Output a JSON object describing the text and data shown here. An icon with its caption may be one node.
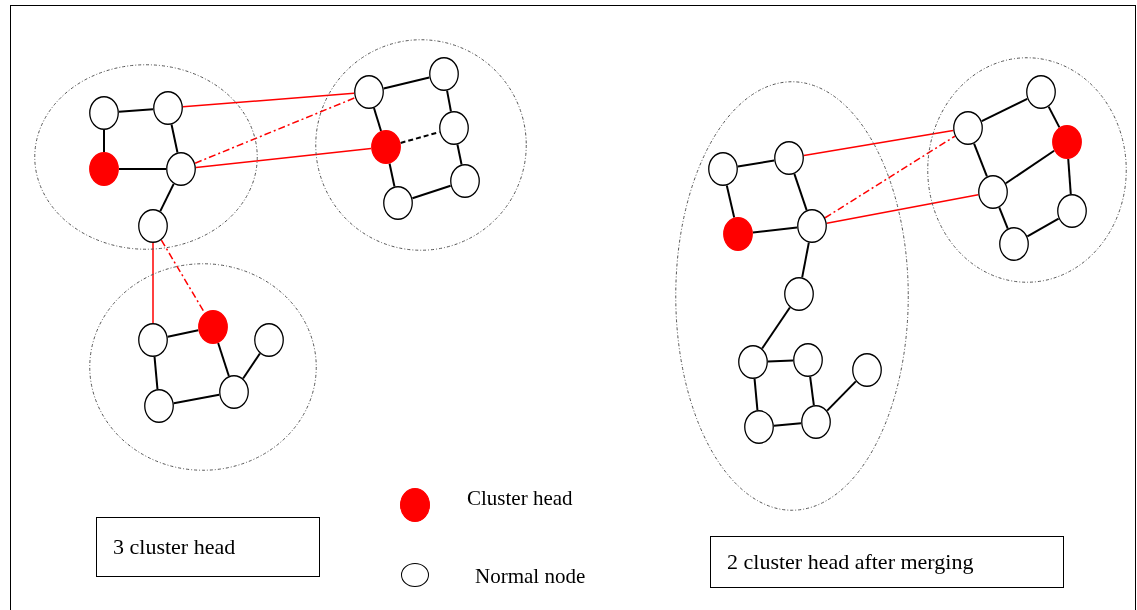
{
  "diagram": {
    "nodes": [
      {
        "text": [],
        "shape": "ellipse"
      },
      {
        "text": [],
        "shape": "circle",
        "in": 0
      },
      {
        "text": [],
        "shape": "circle",
        "in": 0
      },
      {
        "text": [],
        "shape": "dot",
        "in": 0
      },
      {
        "text": [],
        "shape": "circle",
        "in": 0
      },
      {
        "text": [],
        "shape": "circle",
        "in": 0
      },
      {
        "text": [],
        "shape": "ellipse"
      },
      {
        "text": [],
        "shape": "circle",
        "in": 6
      },
      {
        "text": [],
        "shape": "circle",
        "in": 6
      },
      {
        "text": [],
        "shape": "dot",
        "in": 6
      },
      {
        "text": [],
        "shape": "circle",
        "in": 6
      },
      {
        "text": [],
        "shape": "circle",
        "in": 6
      },
      {
        "text": [],
        "shape": "circle",
        "in": 6
      },
      {
        "text": [],
        "shape": "ellipse"
      },
      {
        "text": [],
        "shape": "circle",
        "in": 13
      },
      {
        "text": [],
        "shape": "dot",
        "in": 13
      },
      {
        "text": [],
        "shape": "circle",
        "in": 13
      },
      {
        "text": [],
        "shape": "circle",
        "in": 13
      },
      {
        "text": [],
        "shape": "circle",
        "in": 13
      },
      {
        "text": [],
        "shape": "ellipse"
      },
      {
        "text": [],
        "shape": "circle",
        "in": 19
      },
      {
        "text": [],
        "shape": "circle",
        "in": 19
      },
      {
        "text": [],
        "shape": "dot",
        "in": 19
      },
      {
        "text": [],
        "shape": "circle",
        "in": 19
      },
      {
        "text": [],
        "shape": "circle",
        "in": 19
      },
      {
        "text": [],
        "shape": "circle",
        "in": 19
      },
      {
        "text": [],
        "shape": "circle",
        "in": 19
      },
      {
        "text": [],
        "shape": "circle",
        "in": 19
      },
      {
        "text": [],
        "shape": "circle",
        "in": 19
      },
      {
        "text": [],
        "shape": "circle",
        "in": 19
      },
      {
        "text": [],
        "shape": "ellipse"
      },
      {
        "text": [],
        "shape": "circle",
        "in": 30
      },
      {
        "text": [],
        "shape": "circle",
        "in": 30
      },
      {
        "text": [],
        "shape": "dot",
        "in": 30
      },
      {
        "text": [],
        "shape": "circle",
        "in": 30
      },
      {
        "text": [],
        "shape": "circle",
        "in": 30
      },
      {
        "text": [],
        "shape": "circle",
        "in": 30
      },
      {
        "text": [
          "3 cluster head"
        ]
      },
      {
        "text": [
          "2 cluster head after merging"
        ]
      }
    ],
    "edges": [
      {
        "from": 1,
        "to": 2,
        "arrow": "none"
      },
      {
        "from": 1,
        "to": 3,
        "arrow": "none"
      },
      {
        "from": 3,
        "to": 4,
        "arrow": "none"
      },
      {
        "from": 2,
        "to": 4,
        "arrow": "none"
      },
      {
        "from": 4,
        "to": 5,
        "arrow": "none"
      },
      {
        "from": 7,
        "to": 8,
        "arrow": "none"
      },
      {
        "from": 8,
        "to": 10,
        "arrow": "none"
      },
      {
        "from": 7,
        "to": 9,
        "arrow": "none"
      },
      {
        "from": 9,
        "to": 10,
        "arrow": "none",
        "style": "dashed"
      },
      {
        "from": 10,
        "to": 11,
        "arrow": "none"
      },
      {
        "from": 9,
        "to": 12,
        "arrow": "none"
      },
      {
        "from": 12,
        "to": 11,
        "arrow": "none"
      },
      {
        "from": 14,
        "to": 15,
        "arrow": "none"
      },
      {
        "from": 14,
        "to": 17,
        "arrow": "none"
      },
      {
        "from": 15,
        "to": 18,
        "arrow": "none"
      },
      {
        "from": 17,
        "to": 18,
        "arrow": "none"
      },
      {
        "from": 18,
        "to": 16,
        "arrow": "none"
      },
      {
        "from": 2,
        "to": 7,
        "arrow": "none",
        "color": "#ff0000"
      },
      {
        "from": 4,
        "to": 7,
        "arrow": "none",
        "style": "dashed",
        "color": "#ff0000"
      },
      {
        "from": 4,
        "to": 9,
        "arrow": "none",
        "color": "#ff0000"
      },
      {
        "from": 5,
        "to": 14,
        "arrow": "none",
        "color": "#ff0000"
      },
      {
        "from": 5,
        "to": 15,
        "arrow": "none",
        "style": "dashed",
        "color": "#ff0000"
      },
      {
        "from": 20,
        "to": 21,
        "arrow": "none"
      },
      {
        "from": 20,
        "to": 22,
        "arrow": "none"
      },
      {
        "from": 22,
        "to": 23,
        "arrow": "none"
      },
      {
        "from": 21,
        "to": 23,
        "arrow": "none"
      },
      {
        "from": 23,
        "to": 24,
        "arrow": "none"
      },
      {
        "from": 24,
        "to": 25,
        "arrow": "none"
      },
      {
        "from": 25,
        "to": 26,
        "arrow": "none"
      },
      {
        "from": 25,
        "to": 28,
        "arrow": "none"
      },
      {
        "from": 26,
        "to": 29,
        "arrow": "none"
      },
      {
        "from": 28,
        "to": 29,
        "arrow": "none"
      },
      {
        "from": 29,
        "to": 27,
        "arrow": "none"
      },
      {
        "from": 32,
        "to": 31,
        "arrow": "none"
      },
      {
        "from": 31,
        "to": 33,
        "arrow": "none"
      },
      {
        "from": 32,
        "to": 34,
        "arrow": "none"
      },
      {
        "from": 34,
        "to": 33,
        "arrow": "none"
      },
      {
        "from": 33,
        "to": 35,
        "arrow": "none"
      },
      {
        "from": 34,
        "to": 36,
        "arrow": "none"
      },
      {
        "from": 36,
        "to": 35,
        "arrow": "none"
      },
      {
        "from": 21,
        "to": 32,
        "arrow": "none",
        "color": "#ff0000"
      },
      {
        "from": 23,
        "to": 32,
        "arrow": "none",
        "style": "dashed",
        "color": "#ff0000"
      },
      {
        "from": 23,
        "to": 34,
        "arrow": "none",
        "color": "#ff0000"
      }
    ],
    "legend": [
      {
        "text": "Cluster head",
        "color": "#ff0000"
      },
      {
        "text": "Normal node",
        "color": "#ffffff"
      }
    ]
  }
}
